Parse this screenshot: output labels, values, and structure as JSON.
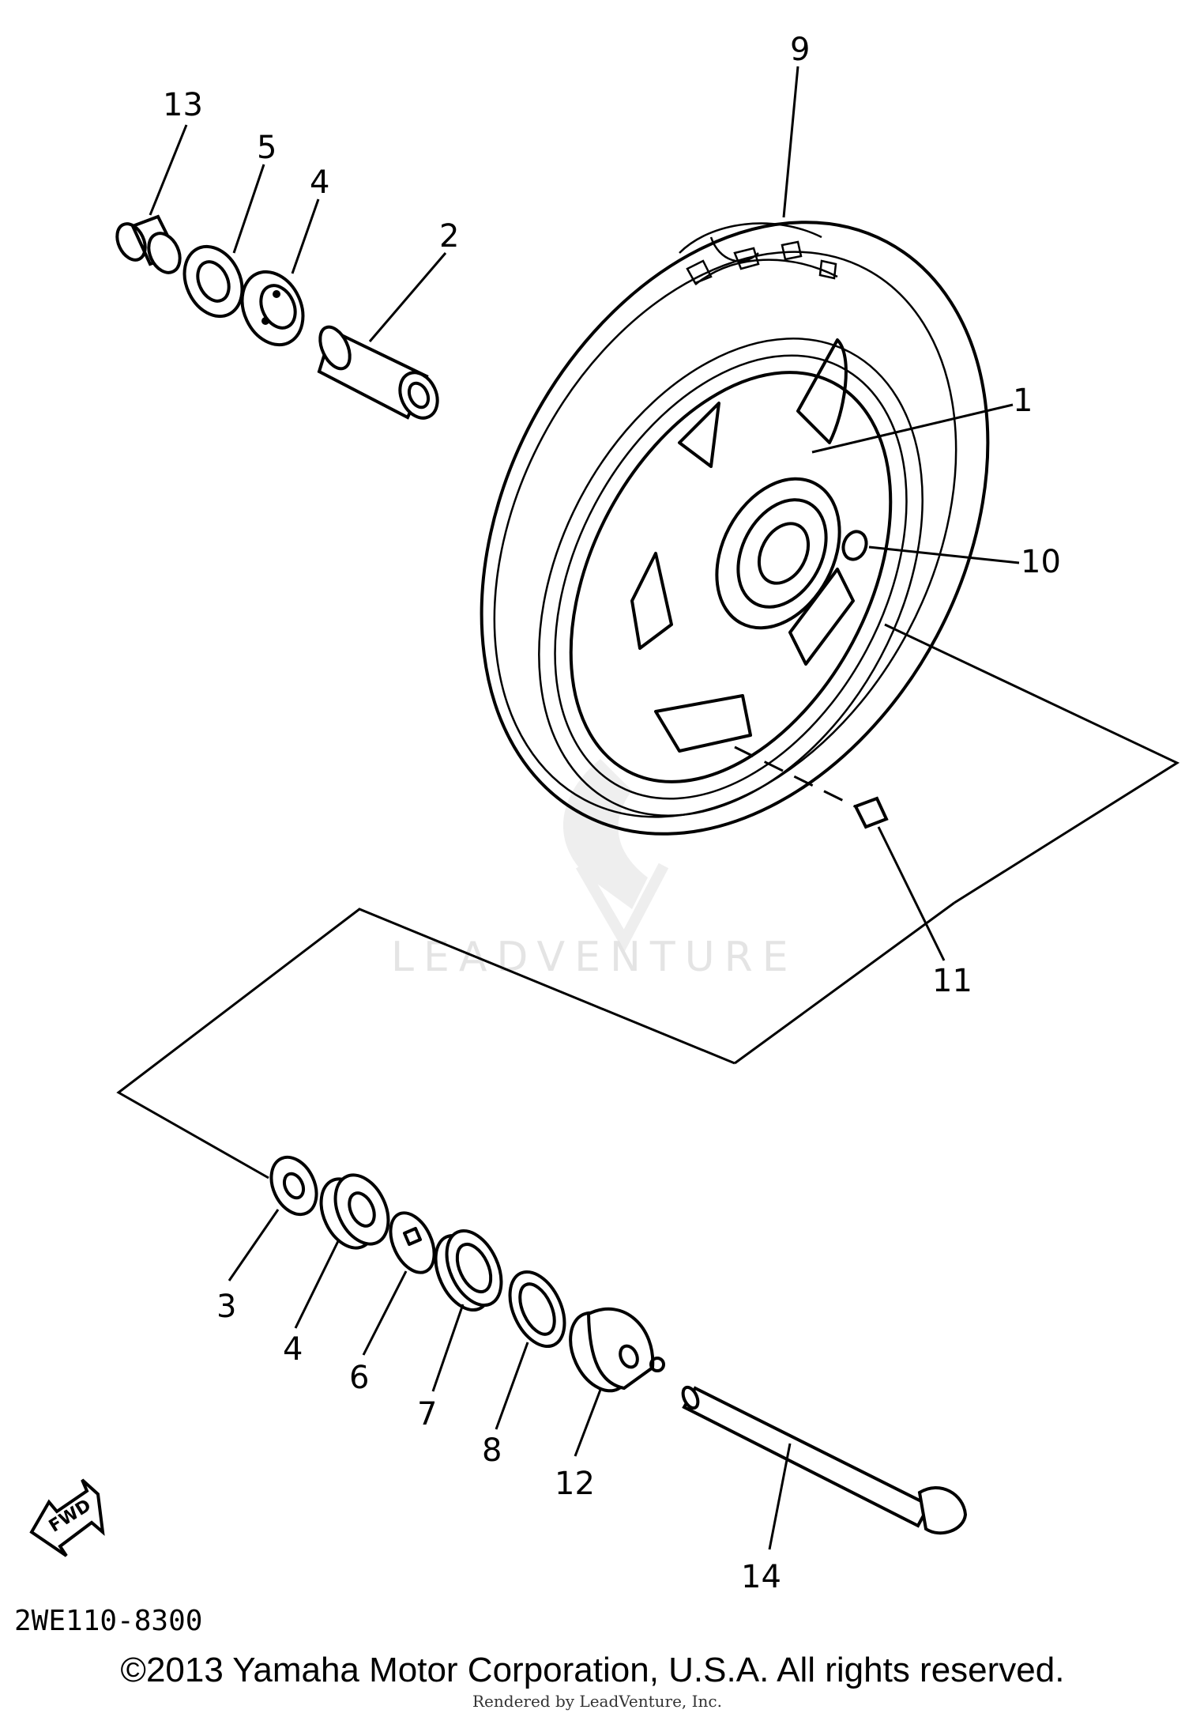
{
  "diagram": {
    "watermark": "LEADVENTURE",
    "fwd_label": "FWD",
    "diagram_code": "2WE110-8300",
    "copyright": "©2013 Yamaha Motor Corporation, U.S.A. All rights reserved.",
    "rendered_by": "Rendered by LeadVenture, Inc.",
    "callouts": {
      "c1": "1",
      "c2": "2",
      "c3": "3",
      "c4a": "4",
      "c4b": "4",
      "c5": "5",
      "c6": "6",
      "c7": "7",
      "c8": "8",
      "c9": "9",
      "c10": "10",
      "c11": "11",
      "c12": "12",
      "c13": "13",
      "c14": "14"
    }
  }
}
